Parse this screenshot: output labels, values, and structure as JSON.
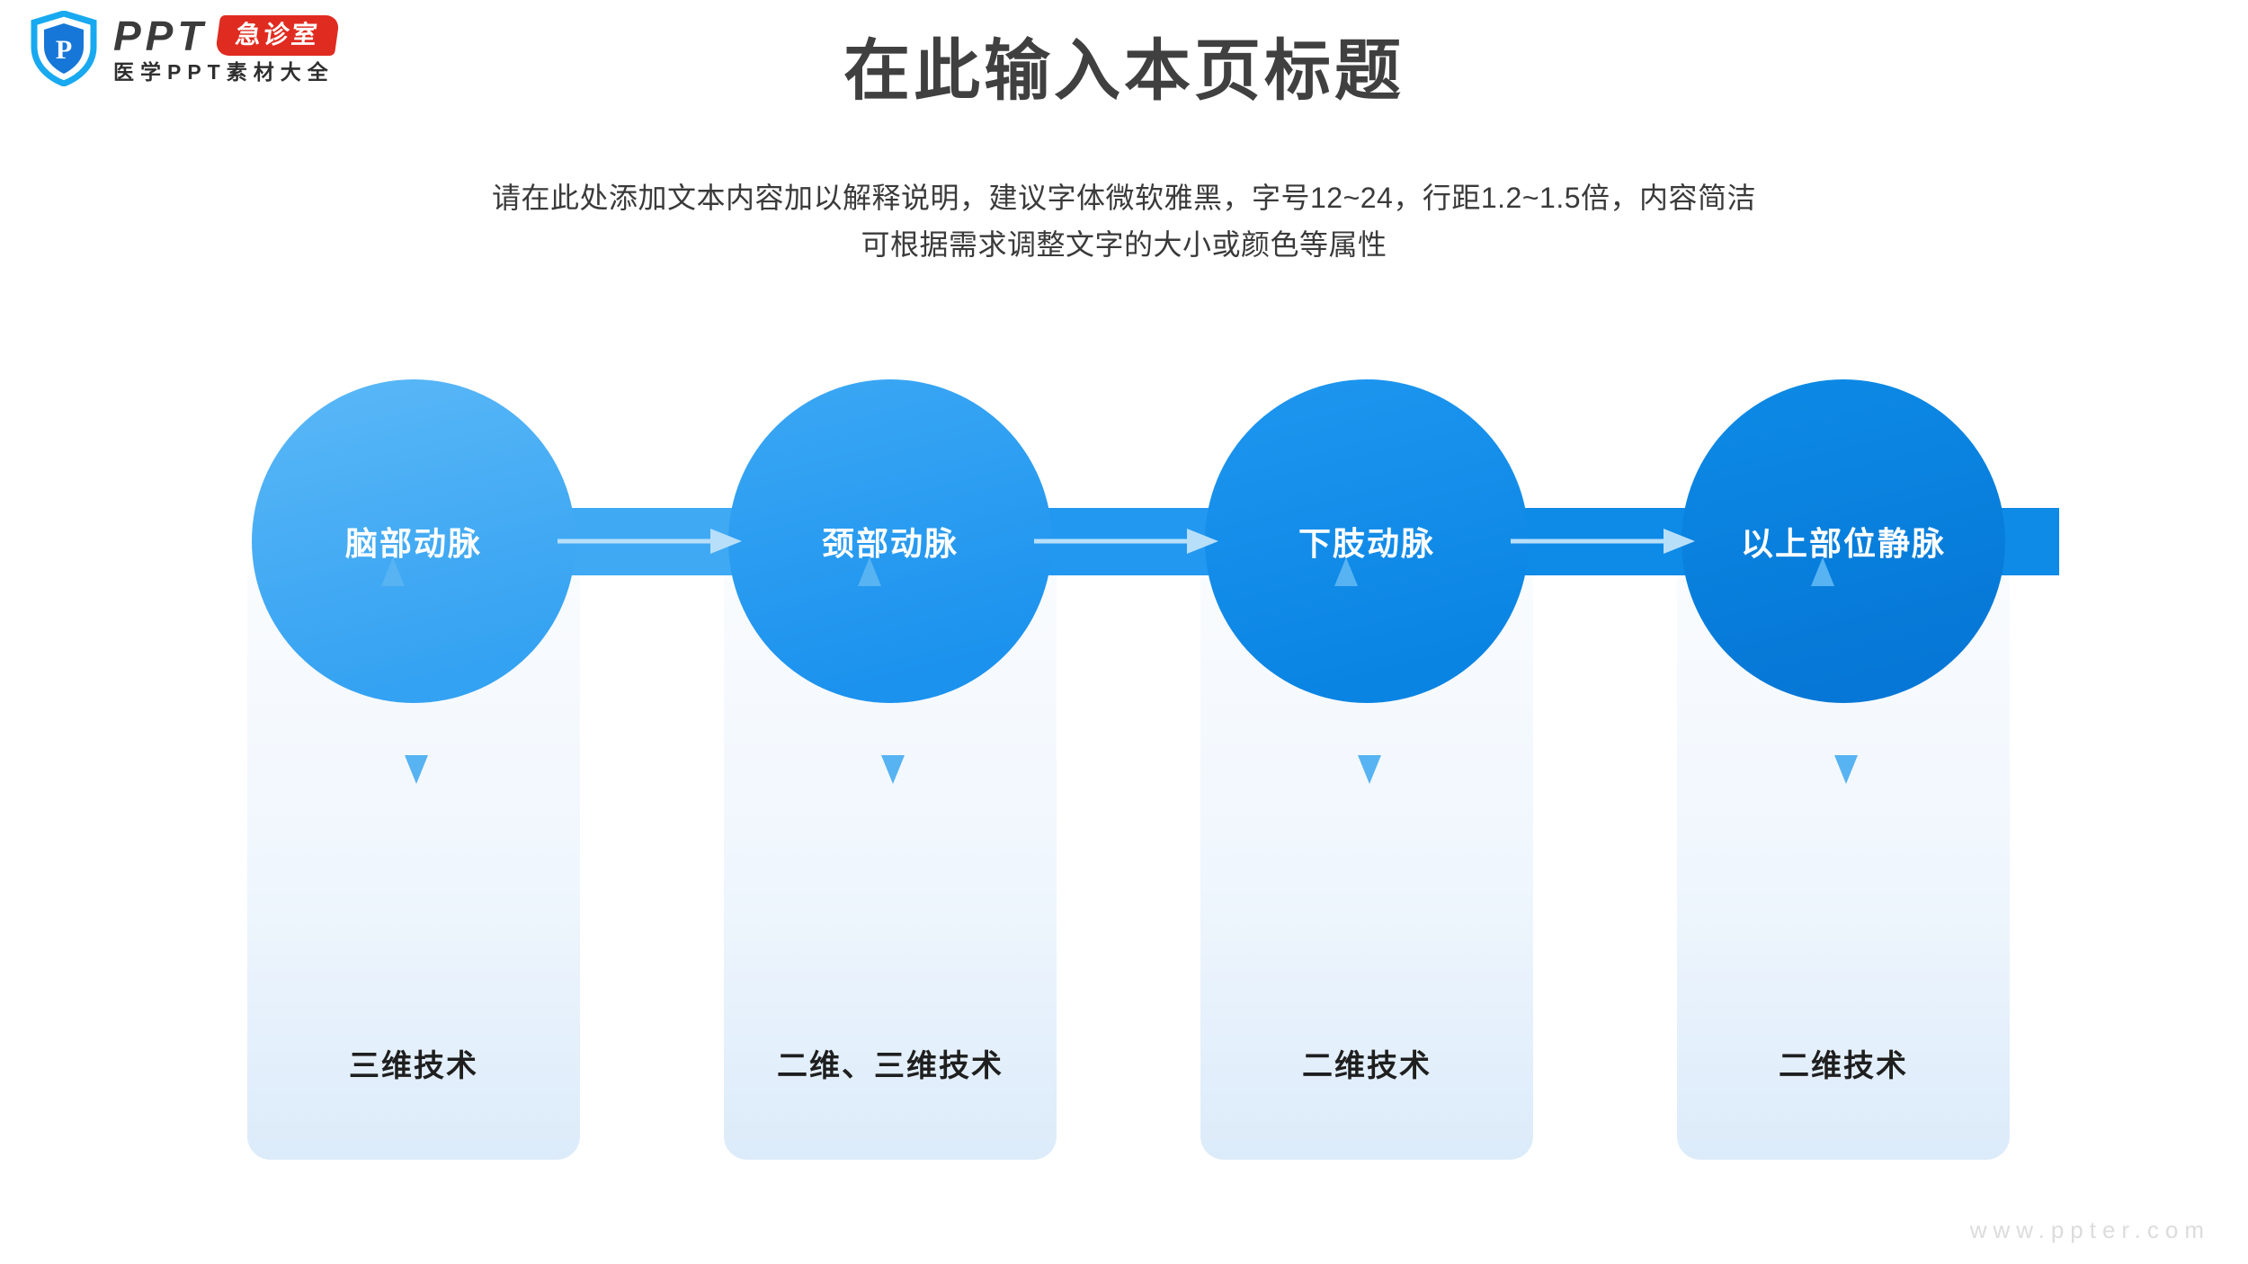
{
  "brand": {
    "shield_letter": "P",
    "ppt_text": "PPT",
    "badge_text": "急诊室",
    "tagline": "医学PPT素材大全",
    "shield_outline_color": "#18A9F0",
    "shield_fill_color": "#1677D8",
    "badge_color": "#E02B20"
  },
  "header": {
    "title": "在此输入本页标题",
    "subtitle_line1": "请在此处添加文本内容加以解释说明，建议字体微软雅黑，字号12~24，行距1.2~1.5倍，内容简洁",
    "subtitle_line2": "可根据需求调整文字的大小或颜色等属性",
    "title_color": "#404040"
  },
  "diagram": {
    "connector_arrow_color": "#B8DFFA",
    "card_arrow_color": "#57B3F2",
    "nodes": [
      {
        "label": "脑部动脉",
        "circle_color_top": "#5BB8F7",
        "circle_color_bottom": "#38A4F2",
        "card_label": "三维技术"
      },
      {
        "label": "颈部动脉",
        "circle_color_top": "#3CA8F4",
        "circle_color_bottom": "#1E94EE",
        "card_label": "二维、三维技术"
      },
      {
        "label": "下肢动脉",
        "circle_color_top": "#1E97F0",
        "circle_color_bottom": "#0D86E4",
        "card_label": "二维技术"
      },
      {
        "label": "以上部位静脉",
        "circle_color_top": "#0D8BE6",
        "circle_color_bottom": "#0679D8",
        "card_label": "二维技术"
      }
    ],
    "connector_colors": [
      "#3FA9F4",
      "#2398F0",
      "#0E8AE7"
    ]
  },
  "footer": {
    "watermark": "www.ppter.com"
  }
}
